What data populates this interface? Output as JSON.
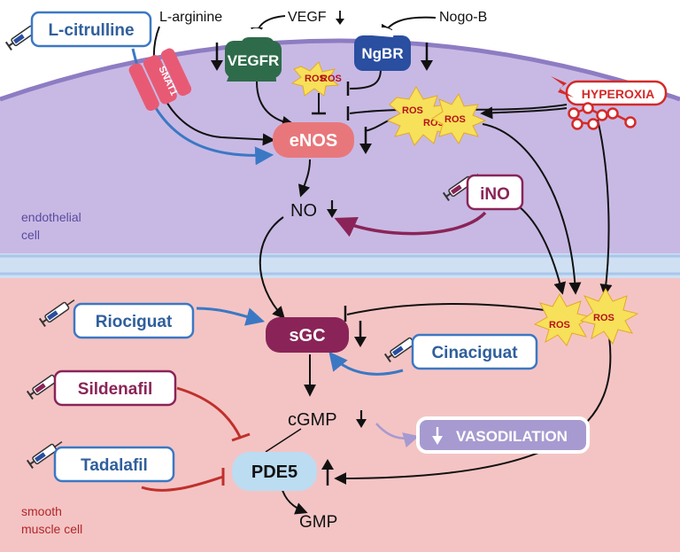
{
  "labels": {
    "l_arginine": "L-arginine",
    "vegf": "VEGF",
    "nogo_b": "Nogo-B",
    "l_citrulline": "L-citrulline",
    "snat1": "SNAT1",
    "vegfr": "VEGFR",
    "ngbr": "NgBR",
    "hyperoxia": "HYPEROXIA",
    "enos": "eNOS",
    "no": "NO",
    "ino": "iNO",
    "endothelial_line1": "endothelial",
    "endothelial_line2": "cell",
    "riociguat": "Riociguat",
    "sgc": "sGC",
    "cinaciguat": "Cinaciguat",
    "sildenafil": "Sildenafil",
    "cgmp": "cGMP",
    "vasodilation": "VASODILATION",
    "tadalafil": "Tadalafil",
    "pde5": "PDE5",
    "gmp": "GMP",
    "smooth_line1": "smooth",
    "smooth_line2": "muscle cell",
    "ros": "ROS"
  },
  "colors": {
    "endothelium": "#c8b9e4",
    "endothelium_border": "#8e7cc3",
    "smooth_muscle": "#f4c4c4",
    "basement": "#cfe0f3",
    "enos": "#e8777b",
    "sgc": "#8a2458",
    "pde5": "#bcdcf2",
    "vegfr": "#2e6b4a",
    "ngbr": "#2a4ea0",
    "drug_text": "#2f5f9c",
    "ino_text": "#8a2458",
    "inhibit_red": "#c0302c",
    "hyperoxia": "#d42a28",
    "ros_star": "#f7e05a",
    "vasodilation": "#a79ad0"
  }
}
